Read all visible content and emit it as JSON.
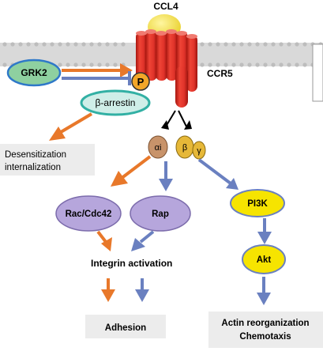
{
  "labels": {
    "ligand": "CCL4",
    "receptor": "CCR5",
    "kinase": "GRK2",
    "phospho": "P",
    "arrestin": "β-arrestin",
    "desens_line1": "Desensitization",
    "desens_line2": "internalization",
    "g_alpha": "αi",
    "g_beta": "β",
    "g_gamma": "γ",
    "rac": "Rac/Cdc42",
    "rap": "Rap",
    "pi3k": "PI3K",
    "akt": "Akt",
    "integrin": "Integrin activation",
    "adhesion": "Adhesion",
    "actin_line1": "Actin reorganization",
    "actin_line2": "Chemotaxis"
  },
  "colors": {
    "membrane": "#d4d4d4",
    "receptor_fill": "#e0332a",
    "receptor_dark": "#b01a16",
    "ligand_fill": "#f2e24a",
    "kinase_fill": "#8ed0a0",
    "kinase_stroke": "#2e78c8",
    "arrestin_fill": "#cfeee8",
    "arrestin_stroke": "#32b0a4",
    "phospho_fill": "#f2a628",
    "galpha_fill": "#c8936a",
    "gbeta_fill": "#e6b838",
    "effector_lavender": "#b6a6dc",
    "effector_yellow": "#f6e400",
    "arrow_orange": "#e8782a",
    "arrow_blue": "#6a80c0",
    "label_box": "#ececec"
  }
}
